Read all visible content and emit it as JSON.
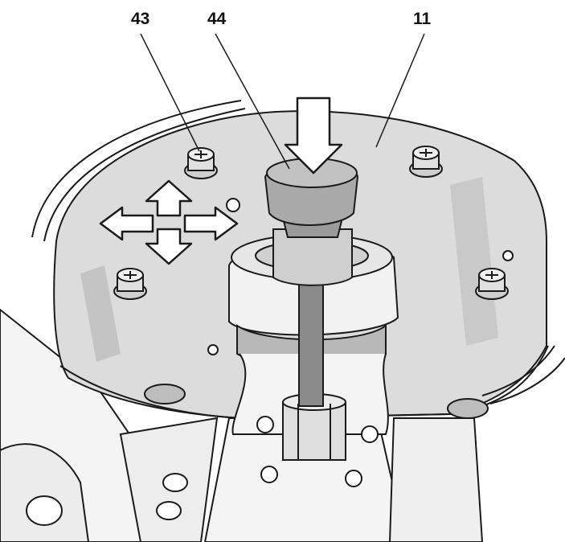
{
  "callouts": [
    {
      "label": "43"
    },
    {
      "label": "44"
    },
    {
      "label": "11"
    }
  ],
  "colors": {
    "line": "#1a1a1a",
    "guard_fill": "#dcdcdc",
    "guard_shade": "#c4c4c4",
    "machine_fill": "#f4f4f4",
    "arrow_fill": "#ffffff",
    "knob_fill": "#a9a9a9",
    "shaft_fill": "#8a8a8a"
  }
}
